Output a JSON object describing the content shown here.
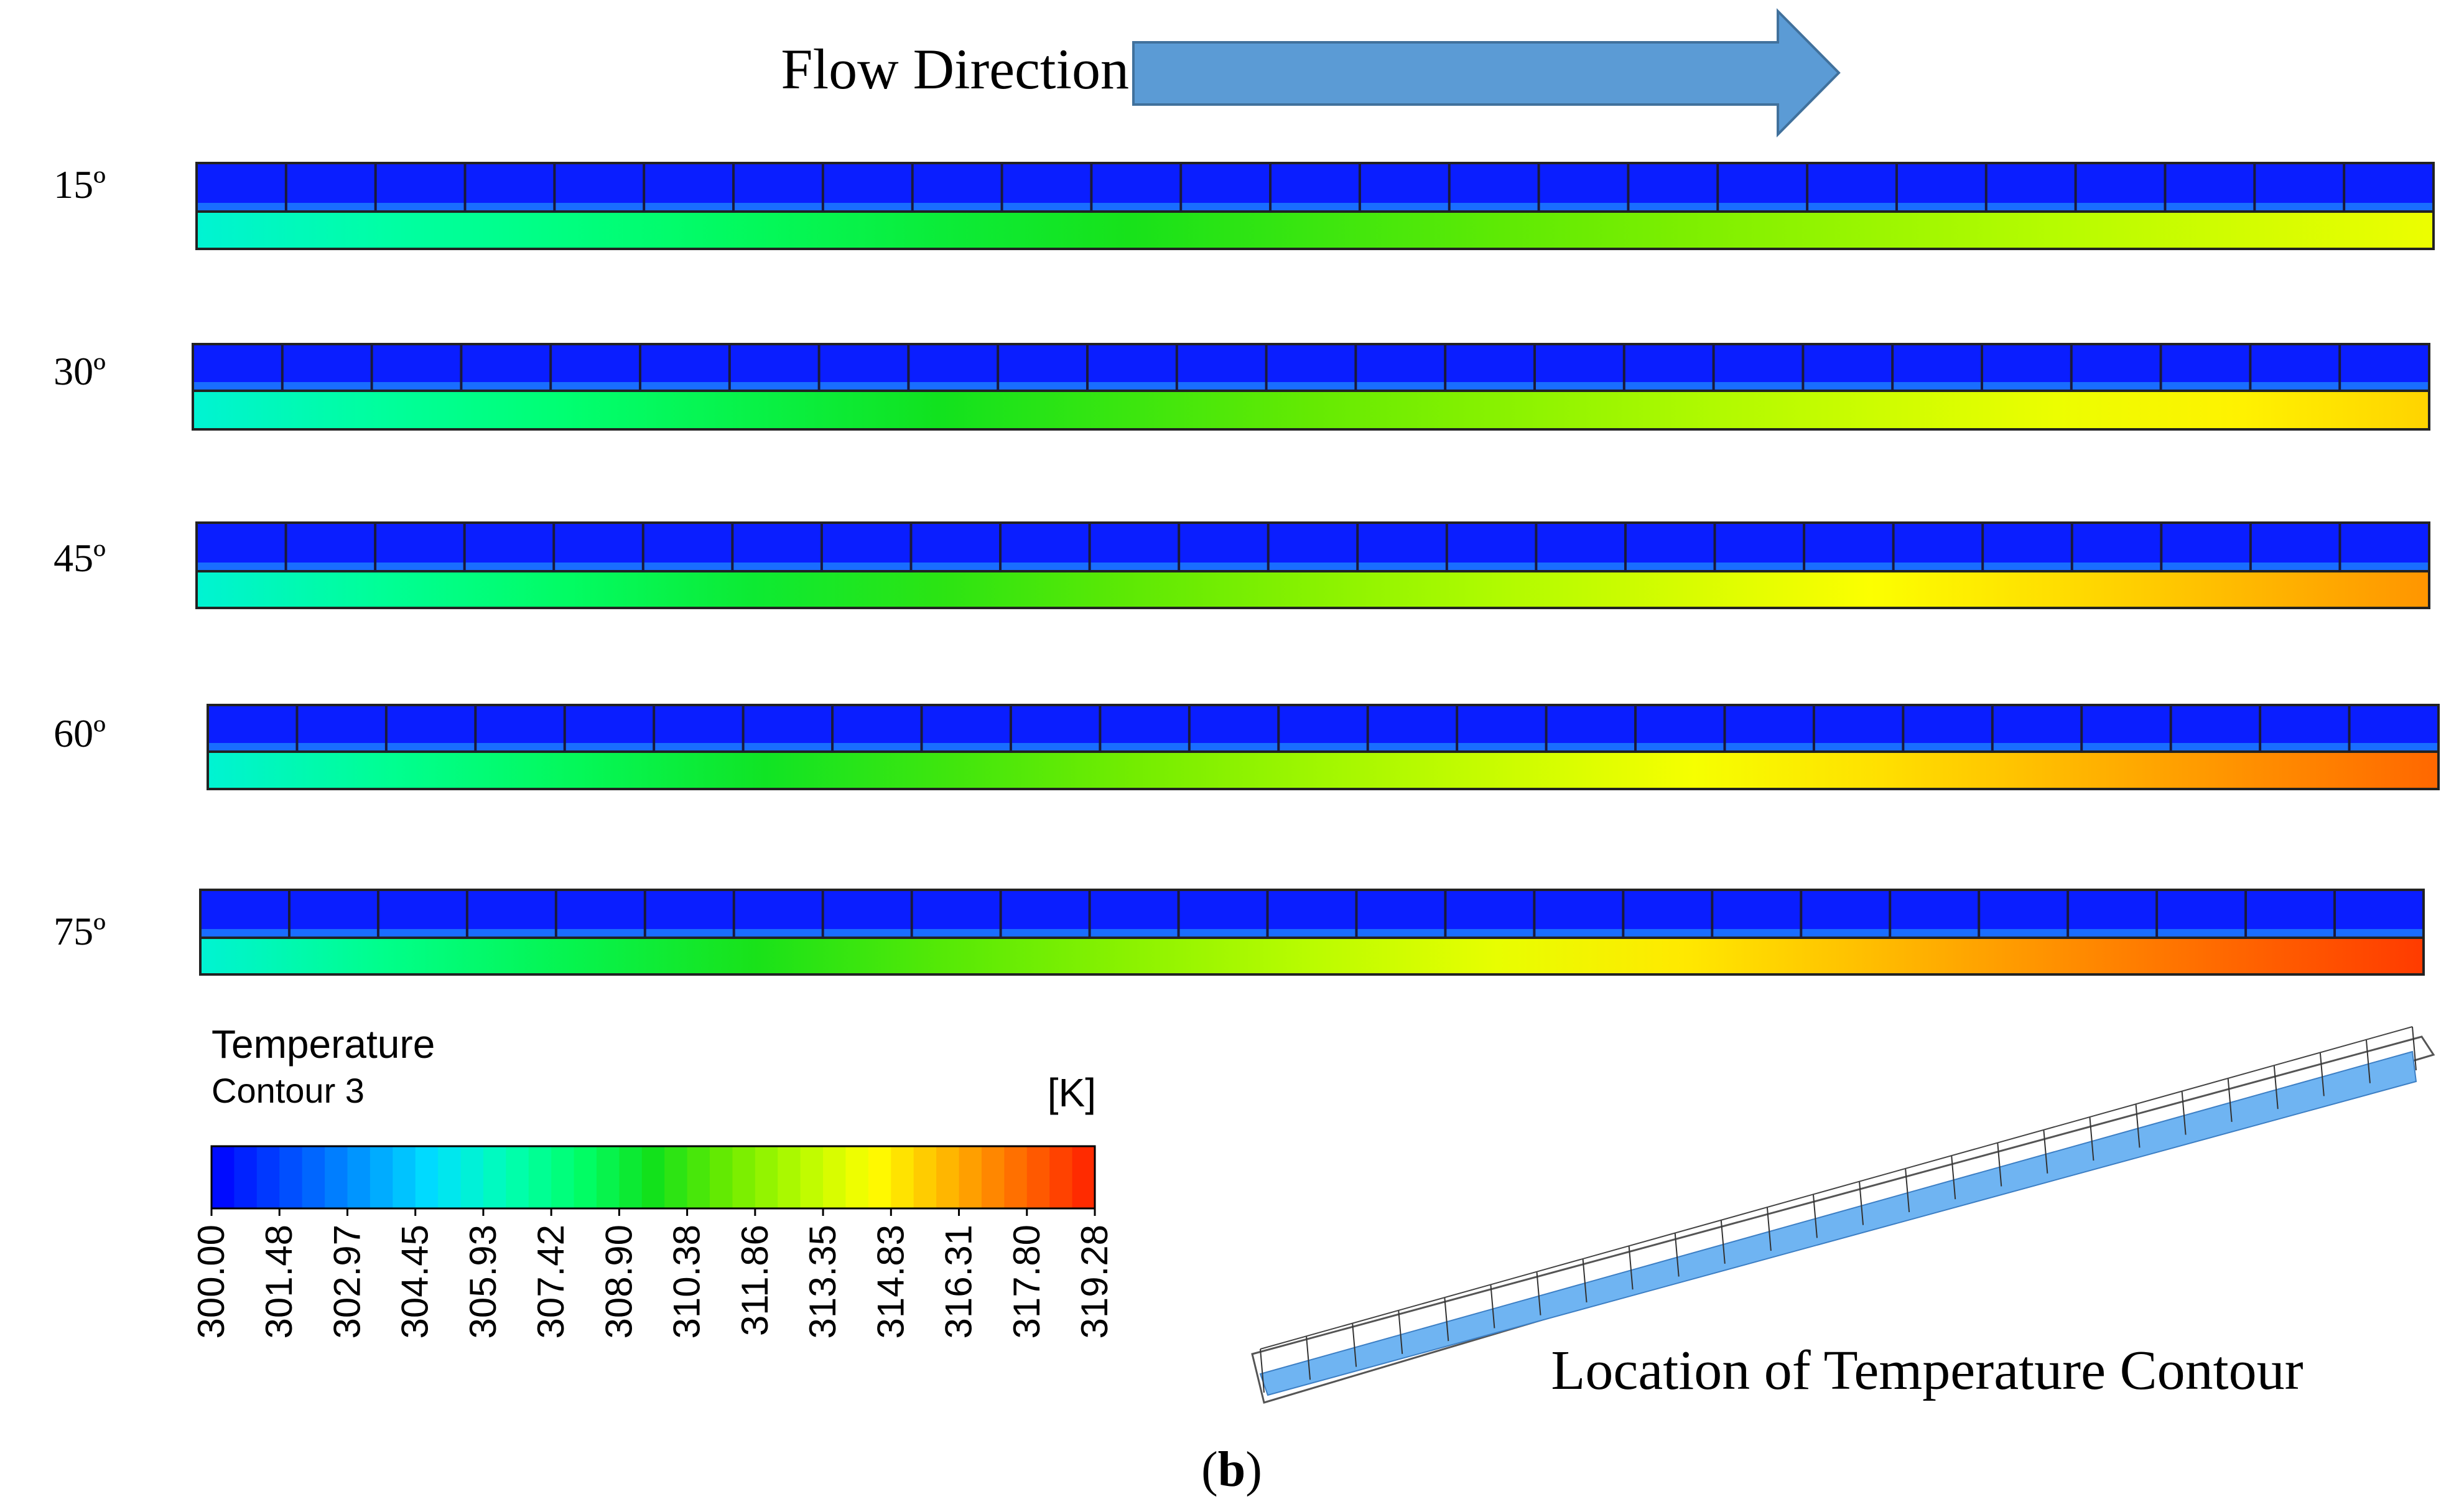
{
  "flow": {
    "label": "Flow Direction",
    "arrow_color": "#5b9bd5",
    "arrow_edge": "#41719c"
  },
  "angles": [
    {
      "label": "15º",
      "wall_peak": 0.73
    },
    {
      "label": "30º",
      "wall_peak": 0.8
    },
    {
      "label": "45º",
      "wall_peak": 0.87
    },
    {
      "label": "60º",
      "wall_peak": 0.92
    },
    {
      "label": "75º",
      "wall_peak": 0.97
    }
  ],
  "legend": {
    "title": "Temperature",
    "subtitle": "Contour 3",
    "unit": "[K]",
    "ticks": [
      "300.00",
      "301.48",
      "302.97",
      "304.45",
      "305.93",
      "307.42",
      "308.90",
      "310.38",
      "311.86",
      "313.35",
      "314.83",
      "316.31",
      "317.80",
      "319.28"
    ],
    "colors": [
      "#0000ff",
      "#0049ff",
      "#0095ff",
      "#00e0ff",
      "#00ffb6",
      "#00ff6a",
      "#12e11b",
      "#6aeb00",
      "#b6fc00",
      "#ffff00",
      "#ffb600",
      "#ff6a00",
      "#ff2000"
    ]
  },
  "location_label": "Location of Temperature Contour",
  "panel_label": {
    "open": "(",
    "letter": "b",
    "close": ")"
  },
  "colors": {
    "duct_blue": "#0a1eff",
    "outline": "#222222",
    "model_fill": "#6fb4f2"
  }
}
